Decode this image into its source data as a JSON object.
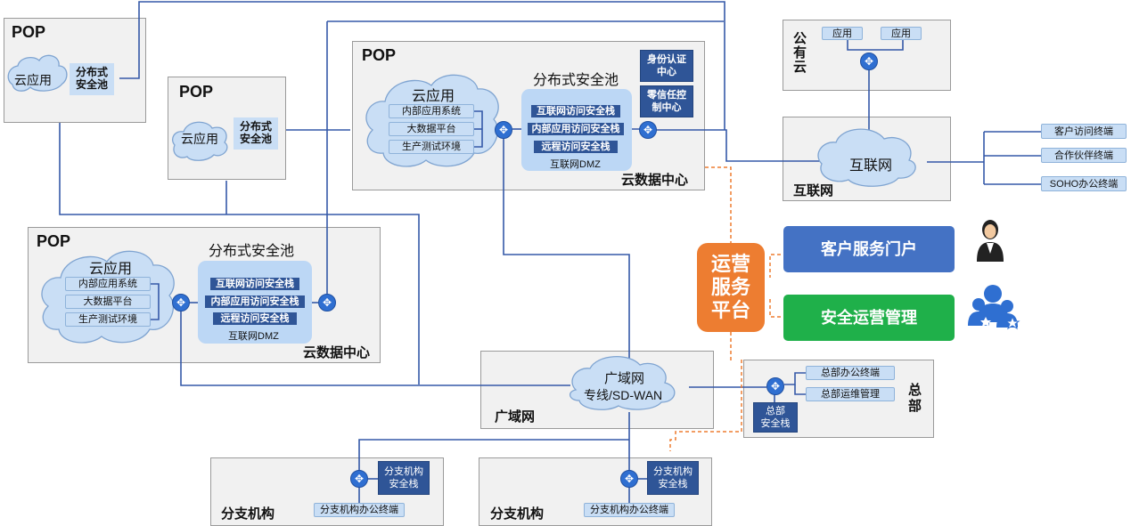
{
  "pop": "POP",
  "cloud_app": "云应用",
  "pool_line1": "分布式",
  "pool_line2": "安全池",
  "dist_pool": "分布式安全池",
  "apps": [
    "内部应用系统",
    "大数据平台",
    "生产测试环境"
  ],
  "stacks": [
    "互联网访问安全栈",
    "内部应用访问安全栈",
    "远程访问安全栈"
  ],
  "dmz": "互联网DMZ",
  "cloud_dc": "云数据中心",
  "identity": [
    "身份认证",
    "中心"
  ],
  "zero_trust": [
    "零信任控",
    "制中心"
  ],
  "public_cloud": {
    "label": [
      "公",
      "有",
      "云"
    ],
    "apps": [
      "应用",
      "应用"
    ]
  },
  "internet": {
    "cloud": "互联网",
    "label": "互联网",
    "terminals": [
      "客户访问终端",
      "合作伙伴终端",
      "SOHO办公终端"
    ]
  },
  "ops_platform": [
    "运营",
    "服务",
    "平台"
  ],
  "customer_portal": "客户服务门户",
  "security_ops": "安全运营管理",
  "wan": {
    "line1": "广域网",
    "line2": "专线/SD-WAN",
    "label": "广域网"
  },
  "hq": {
    "label": [
      "总",
      "部"
    ],
    "terminals": [
      "总部办公终端",
      "总部运维管理"
    ],
    "stack": [
      "总部",
      "安全栈"
    ]
  },
  "branch": {
    "label": "分支机构",
    "stack": [
      "分支机构",
      "安全栈"
    ],
    "terminal": "分支机构办公终端"
  },
  "colors": {
    "accent_blue": "#2f5597",
    "light_blue": "#c9def5",
    "orange": "#ed7d31",
    "green": "#1fb04a",
    "portal_blue": "#4472c4",
    "line_blue": "#3559a8"
  },
  "icons": [
    "cloud-icon",
    "router-icon",
    "person-icon",
    "team-icon"
  ]
}
